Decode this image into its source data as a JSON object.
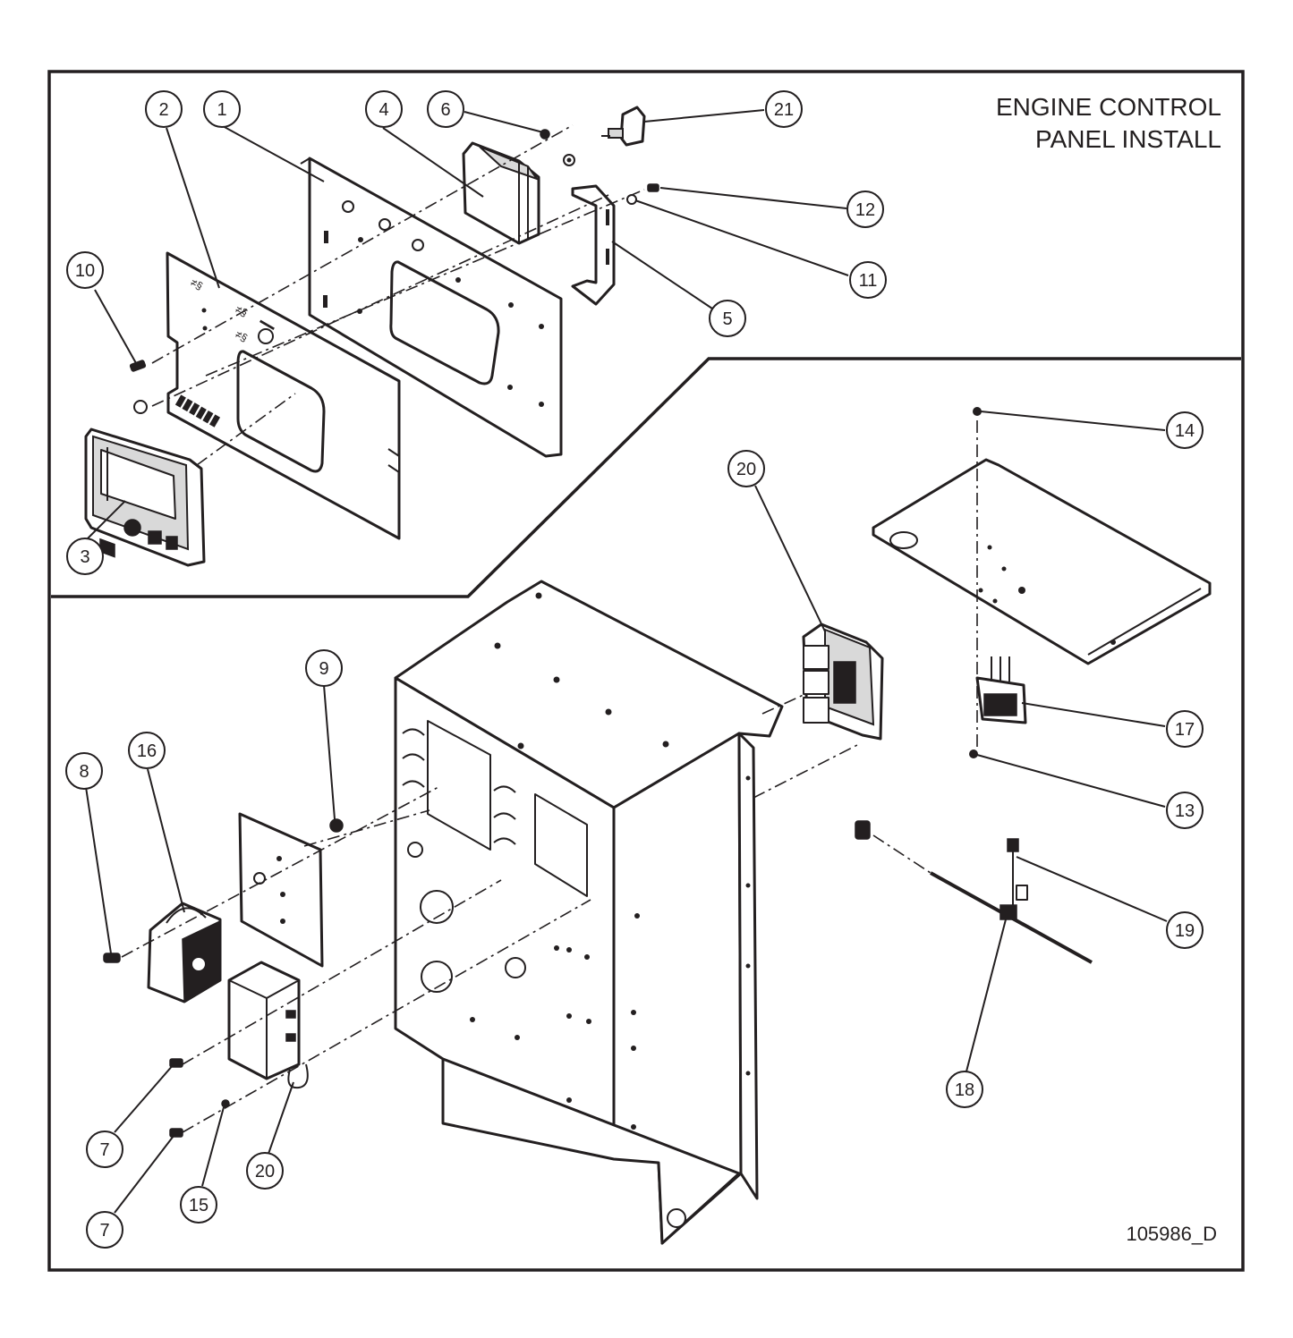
{
  "title": {
    "line1": "ENGINE CONTROL",
    "line2": "PANEL INSTALL"
  },
  "drawing_number": "105986_D",
  "callouts": [
    {
      "id": "c1",
      "label": "1"
    },
    {
      "id": "c2",
      "label": "2"
    },
    {
      "id": "c3",
      "label": "3"
    },
    {
      "id": "c4",
      "label": "4"
    },
    {
      "id": "c5",
      "label": "5"
    },
    {
      "id": "c6",
      "label": "6"
    },
    {
      "id": "c21",
      "label": "21"
    },
    {
      "id": "c12",
      "label": "12"
    },
    {
      "id": "c11",
      "label": "11"
    },
    {
      "id": "c10",
      "label": "10"
    },
    {
      "id": "c14",
      "label": "14"
    },
    {
      "id": "c20a",
      "label": "20"
    },
    {
      "id": "c17",
      "label": "17"
    },
    {
      "id": "c13",
      "label": "13"
    },
    {
      "id": "c19",
      "label": "19"
    },
    {
      "id": "c18",
      "label": "18"
    },
    {
      "id": "c9",
      "label": "9"
    },
    {
      "id": "c16",
      "label": "16"
    },
    {
      "id": "c8",
      "label": "8"
    },
    {
      "id": "c7a",
      "label": "7"
    },
    {
      "id": "c7b",
      "label": "7"
    },
    {
      "id": "c15",
      "label": "15"
    },
    {
      "id": "c20b",
      "label": "20"
    }
  ]
}
